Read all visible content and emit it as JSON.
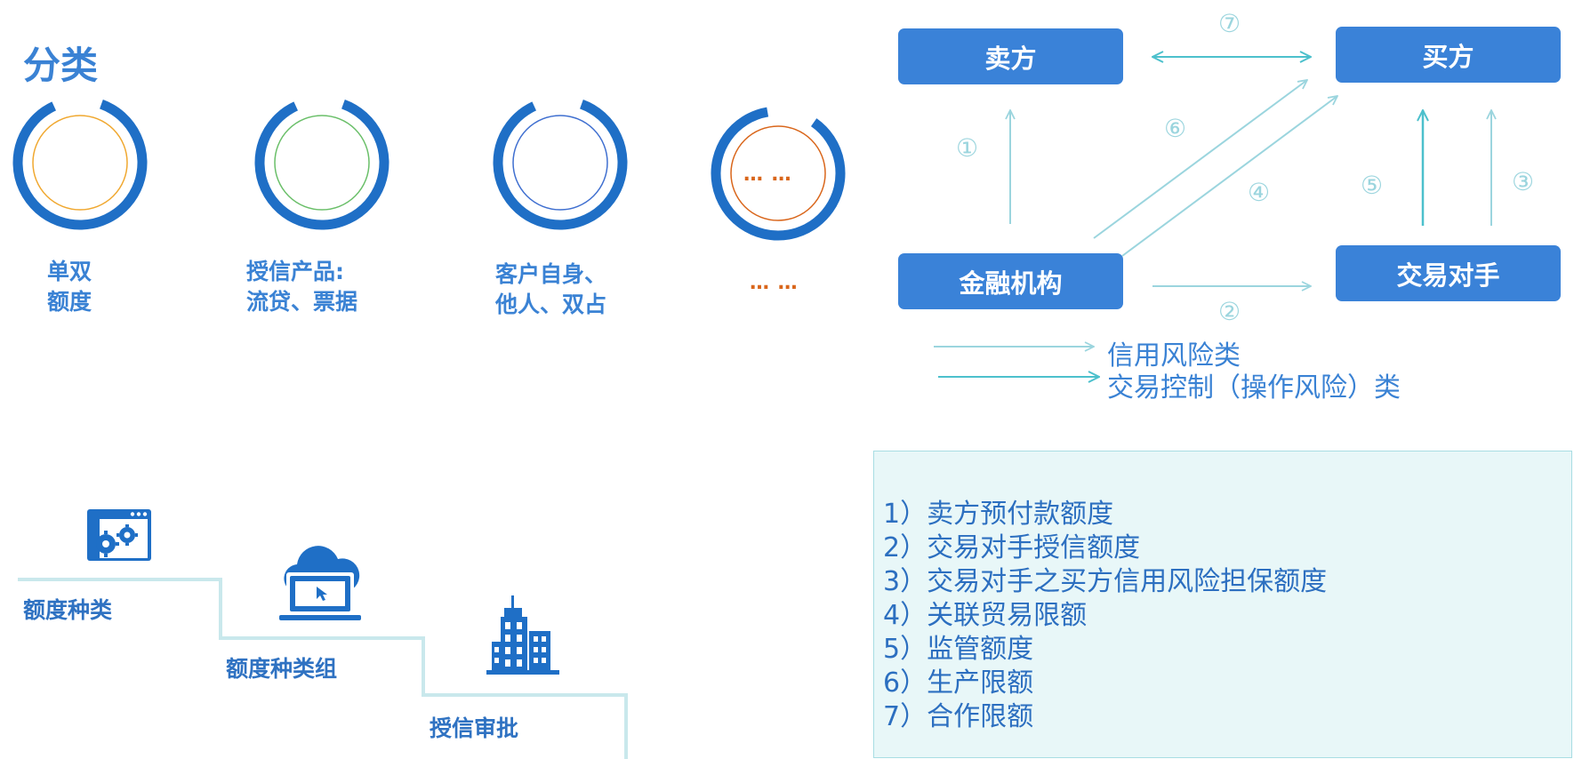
{
  "title": "分类",
  "categories": [
    {
      "label_line1": "单双",
      "label_line2": "额度",
      "inner_color": "#f0a830"
    },
    {
      "label_line1": "授信产品:",
      "label_line2": "流贷、票据",
      "inner_color": "#6abf69"
    },
    {
      "label_line1": "客户自身、",
      "label_line2": "他人、双占",
      "inner_color": "#3f6fd0"
    },
    {
      "label_line1": "… …",
      "label_line2": "",
      "inner_text": "… …",
      "inner_color": "#d9661b"
    }
  ],
  "diagram": {
    "seller": "卖方",
    "buyer": "买方",
    "financial_institution": "金融机构",
    "counterparty": "交易对手",
    "arrow_numbers": [
      "①",
      "②",
      "③",
      "④",
      "⑤",
      "⑥",
      "⑦"
    ]
  },
  "legend": [
    {
      "text": "信用风险类",
      "color": "#9bd5de"
    },
    {
      "text": "交易控制（操作风险）类",
      "color": "#4cc0cc"
    }
  ],
  "list": [
    "1）卖方预付款额度",
    "2）交易对手授信额度",
    "3）交易对手之买方信用风险担保额度",
    "4）关联贸易限额",
    "5）监管额度",
    "6）生产限额",
    "7）合作限额"
  ],
  "steps": [
    {
      "label": "额度种类",
      "icon": "settings-window-icon"
    },
    {
      "label": "额度种类组",
      "icon": "cloud-laptop-icon"
    },
    {
      "label": "授信审批",
      "icon": "buildings-icon"
    }
  ],
  "colors": {
    "primary": "#3a82d8",
    "ring": "#1f6fc6",
    "light_arrow": "#9bd5de",
    "teal_arrow": "#4cc0cc",
    "panel_bg": "#e8f7f8"
  }
}
